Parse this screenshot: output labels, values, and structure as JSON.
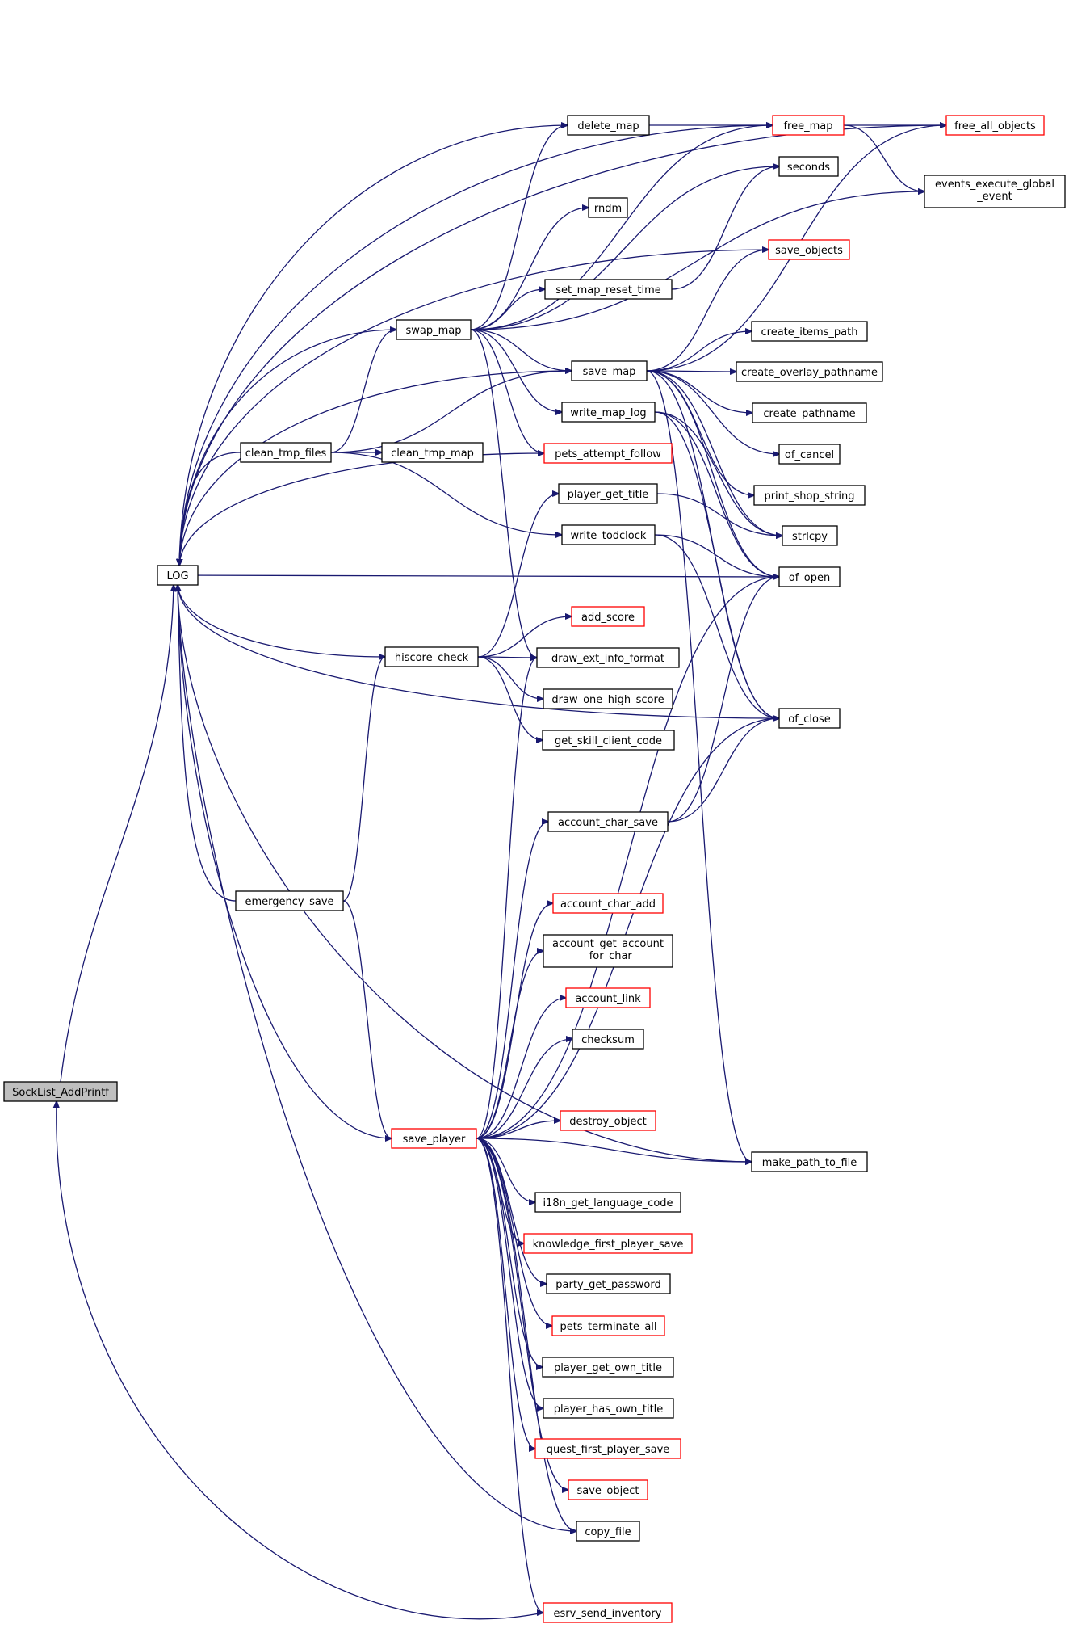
{
  "colors": {
    "edge": "#191970",
    "node_border": "#000000",
    "node_border_truncated": "#ff0000",
    "root_fill": "#bfbfbf"
  },
  "nodes": [
    {
      "id": "socklist_addprintf",
      "lines": [
        "SockList_AddPrintf"
      ],
      "style": "root"
    },
    {
      "id": "log",
      "lines": [
        "LOG"
      ],
      "style": "normal"
    },
    {
      "id": "swap_map",
      "lines": [
        "swap_map"
      ],
      "style": "normal"
    },
    {
      "id": "clean_tmp_files",
      "lines": [
        "clean_tmp_files"
      ],
      "style": "normal"
    },
    {
      "id": "clean_tmp_map",
      "lines": [
        "clean_tmp_map"
      ],
      "style": "normal"
    },
    {
      "id": "hiscore_check",
      "lines": [
        "hiscore_check"
      ],
      "style": "normal"
    },
    {
      "id": "emergency_save",
      "lines": [
        "emergency_save"
      ],
      "style": "normal"
    },
    {
      "id": "save_player",
      "lines": [
        "save_player"
      ],
      "style": "red"
    },
    {
      "id": "delete_map",
      "lines": [
        "delete_map"
      ],
      "style": "normal"
    },
    {
      "id": "rndm",
      "lines": [
        "rndm"
      ],
      "style": "normal"
    },
    {
      "id": "set_map_reset_time",
      "lines": [
        "set_map_reset_time"
      ],
      "style": "normal"
    },
    {
      "id": "save_map",
      "lines": [
        "save_map"
      ],
      "style": "normal"
    },
    {
      "id": "write_map_log",
      "lines": [
        "write_map_log"
      ],
      "style": "normal"
    },
    {
      "id": "pets_attempt_follow",
      "lines": [
        "pets_attempt_follow"
      ],
      "style": "red"
    },
    {
      "id": "player_get_title",
      "lines": [
        "player_get_title"
      ],
      "style": "normal"
    },
    {
      "id": "write_todclock",
      "lines": [
        "write_todclock"
      ],
      "style": "normal"
    },
    {
      "id": "add_score",
      "lines": [
        "add_score"
      ],
      "style": "red"
    },
    {
      "id": "draw_ext_info_format",
      "lines": [
        "draw_ext_info_format"
      ],
      "style": "normal"
    },
    {
      "id": "draw_one_high_score",
      "lines": [
        "draw_one_high_score"
      ],
      "style": "normal"
    },
    {
      "id": "get_skill_client_code",
      "lines": [
        "get_skill_client_code"
      ],
      "style": "normal"
    },
    {
      "id": "account_char_save",
      "lines": [
        "account_char_save"
      ],
      "style": "normal"
    },
    {
      "id": "account_char_add",
      "lines": [
        "account_char_add"
      ],
      "style": "red"
    },
    {
      "id": "account_get_account_for_char",
      "lines": [
        "account_get_account",
        "_for_char"
      ],
      "style": "normal"
    },
    {
      "id": "account_link",
      "lines": [
        "account_link"
      ],
      "style": "red"
    },
    {
      "id": "checksum",
      "lines": [
        "checksum"
      ],
      "style": "normal"
    },
    {
      "id": "destroy_object",
      "lines": [
        "destroy_object"
      ],
      "style": "red"
    },
    {
      "id": "i18n_get_language_code",
      "lines": [
        "i18n_get_language_code"
      ],
      "style": "normal"
    },
    {
      "id": "knowledge_first_player_save",
      "lines": [
        "knowledge_first_player_save"
      ],
      "style": "red"
    },
    {
      "id": "party_get_password",
      "lines": [
        "party_get_password"
      ],
      "style": "normal"
    },
    {
      "id": "pets_terminate_all",
      "lines": [
        "pets_terminate_all"
      ],
      "style": "red"
    },
    {
      "id": "player_get_own_title",
      "lines": [
        "player_get_own_title"
      ],
      "style": "normal"
    },
    {
      "id": "player_has_own_title",
      "lines": [
        "player_has_own_title"
      ],
      "style": "normal"
    },
    {
      "id": "quest_first_player_save",
      "lines": [
        "quest_first_player_save"
      ],
      "style": "red"
    },
    {
      "id": "save_object",
      "lines": [
        "save_object"
      ],
      "style": "red"
    },
    {
      "id": "copy_file",
      "lines": [
        "copy_file"
      ],
      "style": "normal"
    },
    {
      "id": "esrv_send_inventory",
      "lines": [
        "esrv_send_inventory"
      ],
      "style": "red"
    },
    {
      "id": "free_map",
      "lines": [
        "free_map"
      ],
      "style": "red"
    },
    {
      "id": "seconds",
      "lines": [
        "seconds"
      ],
      "style": "normal"
    },
    {
      "id": "save_objects",
      "lines": [
        "save_objects"
      ],
      "style": "red"
    },
    {
      "id": "create_items_path",
      "lines": [
        "create_items_path"
      ],
      "style": "normal"
    },
    {
      "id": "create_overlay_pathname",
      "lines": [
        "create_overlay_pathname"
      ],
      "style": "normal"
    },
    {
      "id": "create_pathname",
      "lines": [
        "create_pathname"
      ],
      "style": "normal"
    },
    {
      "id": "of_cancel",
      "lines": [
        "of_cancel"
      ],
      "style": "normal"
    },
    {
      "id": "print_shop_string",
      "lines": [
        "print_shop_string"
      ],
      "style": "normal"
    },
    {
      "id": "strlcpy",
      "lines": [
        "strlcpy"
      ],
      "style": "normal"
    },
    {
      "id": "of_open",
      "lines": [
        "of_open"
      ],
      "style": "normal"
    },
    {
      "id": "of_close",
      "lines": [
        "of_close"
      ],
      "style": "normal"
    },
    {
      "id": "make_path_to_file",
      "lines": [
        "make_path_to_file"
      ],
      "style": "normal"
    },
    {
      "id": "free_all_objects",
      "lines": [
        "free_all_objects"
      ],
      "style": "red"
    },
    {
      "id": "events_execute_global_event",
      "lines": [
        "events_execute_global",
        "_event"
      ],
      "style": "normal"
    }
  ],
  "edges": [
    [
      "socklist_addprintf",
      "log"
    ],
    [
      "socklist_addprintf",
      "esrv_send_inventory"
    ],
    [
      "log",
      "clean_tmp_files"
    ],
    [
      "log",
      "emergency_save"
    ],
    [
      "log",
      "save_player"
    ],
    [
      "log",
      "swap_map"
    ],
    [
      "log",
      "save_map"
    ],
    [
      "log",
      "delete_map"
    ],
    [
      "log",
      "free_map"
    ],
    [
      "log",
      "free_all_objects"
    ],
    [
      "log",
      "save_objects"
    ],
    [
      "log",
      "hiscore_check"
    ],
    [
      "log",
      "pets_attempt_follow"
    ],
    [
      "log",
      "of_open"
    ],
    [
      "log",
      "of_close"
    ],
    [
      "log",
      "copy_file"
    ],
    [
      "log",
      "make_path_to_file"
    ],
    [
      "swap_map",
      "delete_map"
    ],
    [
      "swap_map",
      "free_map"
    ],
    [
      "swap_map",
      "rndm"
    ],
    [
      "swap_map",
      "seconds"
    ],
    [
      "swap_map",
      "set_map_reset_time"
    ],
    [
      "swap_map",
      "events_execute_global_event"
    ],
    [
      "swap_map",
      "save_map"
    ],
    [
      "swap_map",
      "write_map_log"
    ],
    [
      "swap_map",
      "pets_attempt_follow"
    ],
    [
      "swap_map",
      "draw_ext_info_format"
    ],
    [
      "clean_tmp_files",
      "swap_map"
    ],
    [
      "clean_tmp_files",
      "clean_tmp_map"
    ],
    [
      "clean_tmp_files",
      "save_map"
    ],
    [
      "clean_tmp_files",
      "write_todclock"
    ],
    [
      "delete_map",
      "free_map"
    ],
    [
      "free_map",
      "free_all_objects"
    ],
    [
      "free_map",
      "events_execute_global_event"
    ],
    [
      "set_map_reset_time",
      "seconds"
    ],
    [
      "save_map",
      "free_all_objects"
    ],
    [
      "save_map",
      "save_objects"
    ],
    [
      "save_map",
      "create_items_path"
    ],
    [
      "save_map",
      "create_overlay_pathname"
    ],
    [
      "save_map",
      "create_pathname"
    ],
    [
      "save_map",
      "of_cancel"
    ],
    [
      "save_map",
      "print_shop_string"
    ],
    [
      "save_map",
      "strlcpy"
    ],
    [
      "save_map",
      "of_open"
    ],
    [
      "save_map",
      "of_close"
    ],
    [
      "save_map",
      "make_path_to_file"
    ],
    [
      "write_map_log",
      "strlcpy"
    ],
    [
      "write_map_log",
      "of_open"
    ],
    [
      "write_map_log",
      "of_close"
    ],
    [
      "player_get_title",
      "strlcpy"
    ],
    [
      "write_todclock",
      "of_open"
    ],
    [
      "write_todclock",
      "of_close"
    ],
    [
      "hiscore_check",
      "player_get_title"
    ],
    [
      "hiscore_check",
      "add_score"
    ],
    [
      "hiscore_check",
      "draw_ext_info_format"
    ],
    [
      "hiscore_check",
      "draw_one_high_score"
    ],
    [
      "hiscore_check",
      "get_skill_client_code"
    ],
    [
      "emergency_save",
      "hiscore_check"
    ],
    [
      "emergency_save",
      "save_player"
    ],
    [
      "save_player",
      "draw_ext_info_format"
    ],
    [
      "save_player",
      "of_open"
    ],
    [
      "save_player",
      "account_char_save"
    ],
    [
      "save_player",
      "account_char_add"
    ],
    [
      "save_player",
      "account_get_account_for_char"
    ],
    [
      "save_player",
      "account_link"
    ],
    [
      "save_player",
      "checksum"
    ],
    [
      "save_player",
      "of_close"
    ],
    [
      "save_player",
      "destroy_object"
    ],
    [
      "save_player",
      "make_path_to_file"
    ],
    [
      "save_player",
      "i18n_get_language_code"
    ],
    [
      "save_player",
      "knowledge_first_player_save"
    ],
    [
      "save_player",
      "party_get_password"
    ],
    [
      "save_player",
      "pets_terminate_all"
    ],
    [
      "save_player",
      "player_get_own_title"
    ],
    [
      "save_player",
      "player_has_own_title"
    ],
    [
      "save_player",
      "quest_first_player_save"
    ],
    [
      "save_player",
      "save_object"
    ],
    [
      "save_player",
      "copy_file"
    ],
    [
      "save_player",
      "esrv_send_inventory"
    ],
    [
      "account_char_save",
      "of_open"
    ],
    [
      "account_char_save",
      "of_close"
    ]
  ]
}
